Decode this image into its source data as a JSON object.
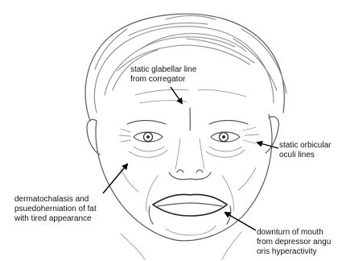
{
  "labels": {
    "glabellar": [
      "static glabellar line",
      "from corregator"
    ],
    "orbicularis": [
      "static orbicular",
      "oculi lines"
    ],
    "dermatochalasis": [
      "dermatochalasis and",
      "psuedoherniation of fat",
      "with tired appearance"
    ],
    "downturn": [
      "downturn of mouth",
      "from depressor angu",
      "oris hyperactivity"
    ]
  },
  "colors": {
    "ink": "#111111",
    "arrow": "#000000",
    "sketch": "#5a5a5a"
  }
}
